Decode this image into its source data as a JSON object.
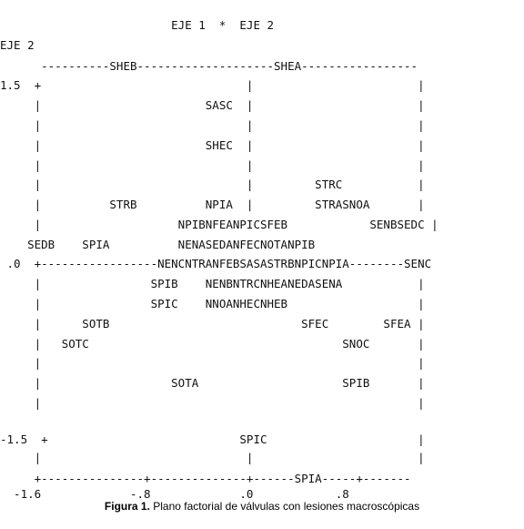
{
  "caption": {
    "label": "Figura 1.",
    "text": "Plano factorial de válvulas con lesiones macroscópicas"
  },
  "plot_lines": [
    "                         EJE 1  *  EJE 2",
    "EJE 2",
    "      ----------SHEB--------------------SHEA-----------------",
    "1.5  +                              |                        |",
    "     |                        SASC  |                        |",
    "     |                              |                        |",
    "     |                        SHEC  |                        |",
    "     |                              |                        |",
    "     |                              |         STRC           |",
    "     |          STRB          NPIA  |         STRASNOA       |",
    "     |                    NPIBNFEANPICSFEB            SENBSEDC |",
    "    SEDB    SPIA          NENASEDANFECNOTANPIB",
    " .0  +-----------------NENCNTRANFEBSASASTRBNPICNPIA--------SENC",
    "     |                SPIB    NENBNTRCNHEANEDASENA           |",
    "     |                SPIC    NNOANHECNHEB                   |",
    "     |      SOTB                            SFEC        SFEA |",
    "     |   SOTC                                     SNOC       |",
    "     |                                                       |",
    "     |                   SOTA                     SPIB       |",
    "     |                                                       |",
    "-1.5  +                            SPIC                      |",
    "     |                              |                        |",
    "     +---------------+--------------+------SPIA-----+-------",
    "  -1.6             -.8             .0            .8"
  ],
  "chart_data": {
    "type": "scatter",
    "title": "EJE 1  *  EJE 2",
    "xlabel": "",
    "ylabel": "EJE 2",
    "x_ticks": [
      "-1.6",
      "-.8",
      ".0",
      ".8"
    ],
    "y_ticks": [
      "1.5",
      ".0",
      "-1.5"
    ],
    "xlim": [
      -1.6,
      1.2
    ],
    "ylim": [
      -1.8,
      1.8
    ],
    "points": [
      {
        "label": "SHEB",
        "x": -0.95,
        "y": 1.8
      },
      {
        "label": "SHEA",
        "x": 0.15,
        "y": 1.8
      },
      {
        "label": "SASC",
        "x": -0.2,
        "y": 1.35
      },
      {
        "label": "SHEC",
        "x": -0.2,
        "y": 1.05
      },
      {
        "label": "STRC",
        "x": 0.5,
        "y": 0.6
      },
      {
        "label": "STRB",
        "x": -0.9,
        "y": 0.45
      },
      {
        "label": "NPIA",
        "x": -0.2,
        "y": 0.45
      },
      {
        "label": "STRASNOA",
        "x": 0.5,
        "y": 0.45
      },
      {
        "label": "NPIBNFEANPICSFEB",
        "x": -0.4,
        "y": 0.3
      },
      {
        "label": "SENBSEDC",
        "x": 0.85,
        "y": 0.3
      },
      {
        "label": "SEDB",
        "x": -1.6,
        "y": 0.15
      },
      {
        "label": "SPIA",
        "x": -1.25,
        "y": 0.15
      },
      {
        "label": "NENASEDANFECNOTANPIB",
        "x": -0.4,
        "y": 0.15
      },
      {
        "label": "NENCNTRANFEBSASASTRBNPICNPIA",
        "x": -0.55,
        "y": 0.0
      },
      {
        "label": "SENC",
        "x": 1.2,
        "y": 0.0
      },
      {
        "label": "SPIB",
        "x": -0.8,
        "y": -0.15
      },
      {
        "label": "NENBNTRCNHEANEDASENA",
        "x": -0.4,
        "y": -0.15
      },
      {
        "label": "SPIC",
        "x": -0.8,
        "y": -0.3
      },
      {
        "label": "NNOANHECNHEB",
        "x": -0.4,
        "y": -0.3
      },
      {
        "label": "SOTB",
        "x": -1.3,
        "y": -0.45
      },
      {
        "label": "SFEC",
        "x": 0.35,
        "y": -0.45
      },
      {
        "label": "SFEA",
        "x": 0.95,
        "y": -0.45
      },
      {
        "label": "SOTC",
        "x": -1.45,
        "y": -0.6
      },
      {
        "label": "SNOC",
        "x": 0.75,
        "y": -0.6
      },
      {
        "label": "SOTA",
        "x": -0.6,
        "y": -0.9
      },
      {
        "label": "SPIB",
        "x": 0.75,
        "y": -0.9
      },
      {
        "label": "SPIC",
        "x": -0.05,
        "y": -1.5
      },
      {
        "label": "SPIA",
        "x": 0.35,
        "y": -1.8
      }
    ]
  }
}
